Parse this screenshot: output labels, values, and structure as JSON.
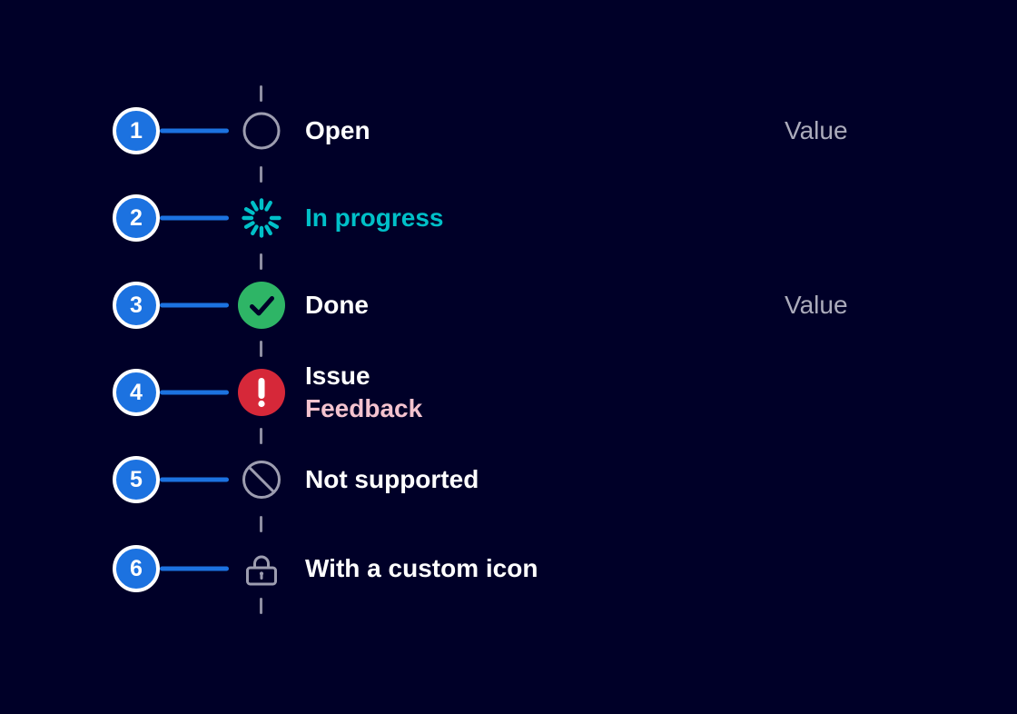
{
  "theme": {
    "background": "#000028",
    "pointer_blue": "#1C72E0",
    "timeline_gray": "#8F8FA3",
    "icon_gray": "#9D9DB0",
    "in_progress_teal": "#00C0C8",
    "done_green": "#2EB566",
    "issue_red": "#D62839",
    "feedback_pink": "#F4C3CF",
    "label_white": "#FFFFFF",
    "value_gray": "#ABABBB"
  },
  "timeline": {
    "steps": [
      {
        "pointer": "1",
        "status": "open",
        "icon": "circle-outline-icon",
        "label": "Open",
        "value": "Value"
      },
      {
        "pointer": "2",
        "status": "in-progress",
        "icon": "spinner-icon",
        "label": "In progress"
      },
      {
        "pointer": "3",
        "status": "done",
        "icon": "check-circle-icon",
        "label": "Done",
        "value": "Value"
      },
      {
        "pointer": "4",
        "status": "issue",
        "icon": "alert-circle-icon",
        "label": "Issue",
        "sublabel": "Feedback"
      },
      {
        "pointer": "5",
        "status": "not-supported",
        "icon": "ban-icon",
        "label": "Not supported"
      },
      {
        "pointer": "6",
        "status": "custom",
        "icon": "lock-icon",
        "label": "With a custom icon"
      }
    ]
  }
}
